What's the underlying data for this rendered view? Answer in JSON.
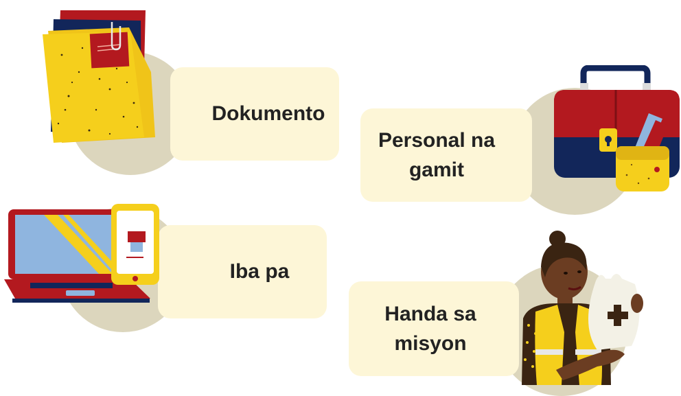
{
  "items": [
    {
      "label": "Dokumento",
      "icon": "documents-folder-icon"
    },
    {
      "label": "Personal na gamit",
      "icon": "briefcase-wallet-icon"
    },
    {
      "label": "Iba pa",
      "icon": "laptop-phone-icon"
    },
    {
      "label": "Handa sa misyon",
      "icon": "volunteer-with-medical-bag-icon"
    }
  ],
  "colors": {
    "card": "#fdf6d7",
    "blob": "#dcd6bd",
    "yellow": "#f5cf1c",
    "red": "#b3191f",
    "navy": "#12265a",
    "screen_blue": "#8fb5df"
  }
}
